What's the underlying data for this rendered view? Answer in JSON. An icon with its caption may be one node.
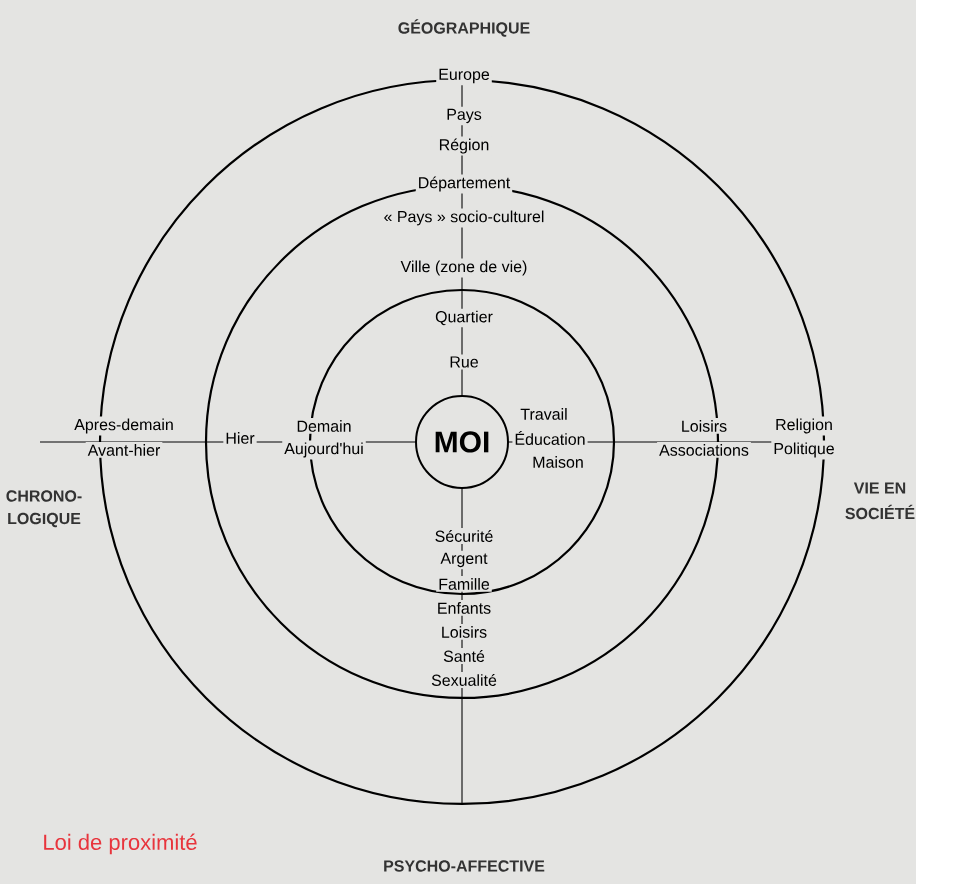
{
  "diagram": {
    "nodes": [
      {
        "text": [],
        "shape": "circle"
      },
      {
        "text": [],
        "shape": "circle",
        "in": 0
      },
      {
        "text": [],
        "shape": "circle",
        "in": 1
      },
      {
        "text": [
          "MOI"
        ],
        "in": 2
      }
    ],
    "labels": [
      "GÉOGRAPHIQUE",
      "Europe",
      "Pays",
      "Région",
      "Département",
      "« Pays » socio-culturel",
      "Ville (zone de vie)",
      "Quartier",
      "Rue",
      "Apres-demain",
      "Hier",
      "Demain",
      "Travail",
      "Éducation",
      "Maison",
      "Loisirs",
      "Religion",
      "Avant-hier",
      "Aujourd'hui",
      "Associations",
      "Politique",
      "CHRONO-",
      "VIE EN",
      "LOGIQUE",
      "SOCIÉTÉ",
      "Sécurité",
      "Argent",
      "Famille",
      "Enfants",
      "Loisirs",
      "Santé",
      "Sexualité",
      "Loi de proximité",
      "PSYCHO-AFFECTIVE"
    ]
  }
}
